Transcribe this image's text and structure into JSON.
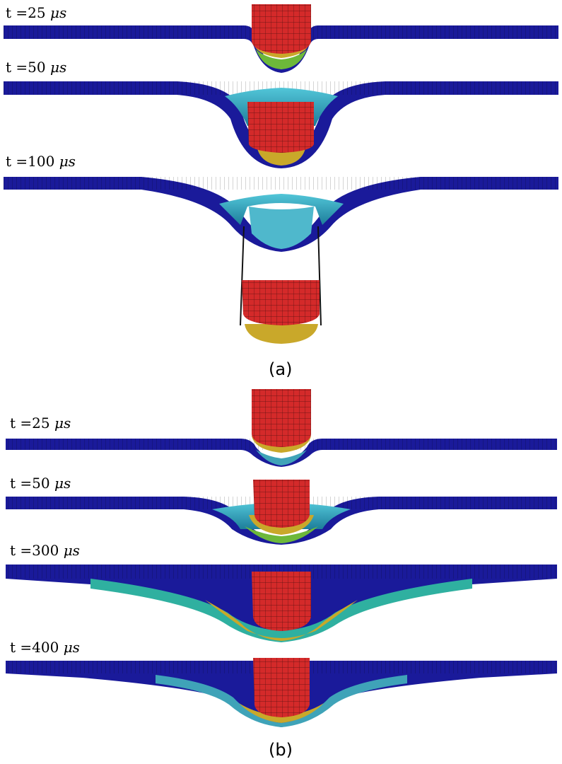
{
  "panel_a": {
    "caption": "(a)",
    "frames": [
      {
        "time_prefix": "t =25",
        "time_unit": "μs"
      },
      {
        "time_prefix": "t =50",
        "time_unit": "μs"
      },
      {
        "time_prefix": "t =100",
        "time_unit": "μs"
      }
    ]
  },
  "panel_b": {
    "caption": "(b)",
    "frames": [
      {
        "time_prefix": "t =25",
        "time_unit": "μs"
      },
      {
        "time_prefix": "t =50",
        "time_unit": "μs"
      },
      {
        "time_prefix": "t =300",
        "time_unit": "μs"
      },
      {
        "time_prefix": "t =400",
        "time_unit": "μs"
      }
    ]
  },
  "colors": {
    "plate_blue": "#1a1a9a",
    "plate_cyan": "#3fa3b8",
    "plate_teal": "#2fb0a0",
    "projectile_red": "#d42a2a",
    "projectile_yellow": "#c9a82a",
    "projectile_green": "#6db83a",
    "mesh_line": "#000000"
  }
}
